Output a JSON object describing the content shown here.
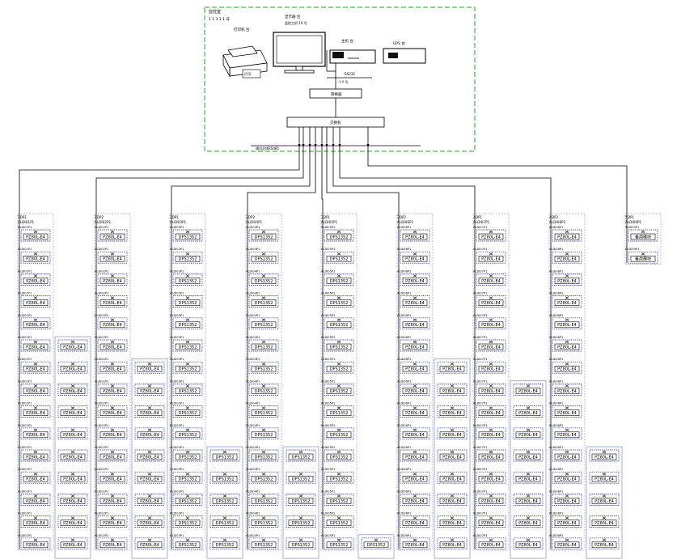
{
  "colors": {
    "line": "#000000",
    "station_border": "#22aa22",
    "meter_border": "#2233aa",
    "panel_border": "#6a7ac8"
  },
  "station": {
    "title": "监控室",
    "subtitle": "1 1 3 1 1 号",
    "printer_label": "打印机 台",
    "monitor_label": "显示器 台",
    "monitor_sub": "监控主机 19 号",
    "host_label": "主机 台",
    "ups_label": "UPS 台",
    "converter_label": "转换器",
    "switch_label": "交换机",
    "bus_label": "通讯总线RS485",
    "small_label_a": "Y Y 号",
    "small_label_b": "RS232",
    "printer_tag": "打印"
  },
  "columns": [
    {
      "header": [
        "1DP1",
        "ALDI01P1"
      ],
      "code": "PZ80L-E4",
      "rows": 15,
      "extra_rows": 10
    },
    {
      "header": [
        "1DP2",
        "ALDI02P1"
      ],
      "code": "PZ80L-E4",
      "rows": 15,
      "extra_rows": 9
    },
    {
      "header": [
        "2DP1",
        "ALDI03P1"
      ],
      "code": "DPS1352",
      "rows": 15,
      "extra_rows": 5
    },
    {
      "header": [
        "2DP2",
        "ALDI04P1"
      ],
      "code": "DPS1352",
      "rows": 15,
      "extra_rows": 5
    },
    {
      "header": [
        "3DP1",
        "ALDI05P1"
      ],
      "code": "DPS1352",
      "rows": 15,
      "extra_rows": 1
    },
    {
      "header": [
        "3DP2",
        "ALDI06P1"
      ],
      "code": "PZ80L-E4",
      "rows": 15,
      "extra_rows": 9
    },
    {
      "header": [
        "4DP1",
        "ALDI07P1"
      ],
      "code": "PZ80L-E4",
      "rows": 15,
      "extra_rows": 8
    },
    {
      "header": [
        "4DP2",
        "ALDI08P1"
      ],
      "code": "PZ80L-E4",
      "rows": 15,
      "extra_rows": 5
    },
    {
      "header": [
        "5DP1",
        "ALDI09P1"
      ],
      "code": "备用模块",
      "rows": 2,
      "extra_rows": 0
    }
  ]
}
